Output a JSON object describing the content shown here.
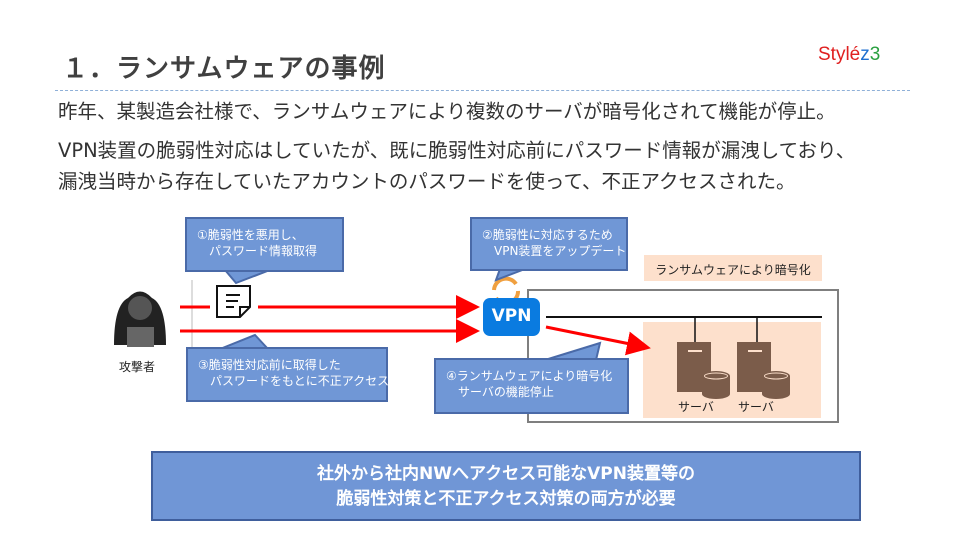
{
  "title": "１．ランサムウェアの事例",
  "logo": {
    "text": "Stylez3",
    "colors": [
      "#e02020",
      "#1e6fd0",
      "#2aa040"
    ]
  },
  "body_lines": [
    "昨年、某製造会社様で、ランサムウェアにより複数のサーバが暗号化されて機能が停止。",
    "VPN装置の脆弱性対応はしていたが、既に脆弱性対応前にパスワード情報が漏洩しており、",
    "漏洩当時から存在していたアカウントのパスワードを使って、不正アクセスされた。"
  ],
  "diagram": {
    "attacker_label": "攻撃者",
    "callout1": [
      "①脆弱性を悪用し、",
      "　パスワード情報取得"
    ],
    "callout2": [
      "②脆弱性に対応するため",
      "　VPN装置をアップデート"
    ],
    "callout3": [
      "③脆弱性対応前に取得した",
      "　パスワードをもとに不正アクセス"
    ],
    "callout4": [
      "④ランサムウェアにより暗号化",
      "　サーバの機能停止"
    ],
    "vpn_label": "VPN",
    "encrypted_label": "ランサムウェアにより暗号化",
    "servers": [
      "サーバ",
      "サーバ"
    ],
    "icons": [
      "hacker-icon",
      "document-icon",
      "sync-icon",
      "server-icon"
    ],
    "colors": {
      "callout": "#7097d6",
      "arrow": "#ff0000",
      "vpn": "#0a7be0",
      "peach": "#fde0cc",
      "server": "#7b5c4a"
    }
  },
  "conclusion": [
    "社外から社内NWへアクセス可能なVPN装置等の",
    "脆弱性対策と不正アクセス対策の両方が必要"
  ]
}
